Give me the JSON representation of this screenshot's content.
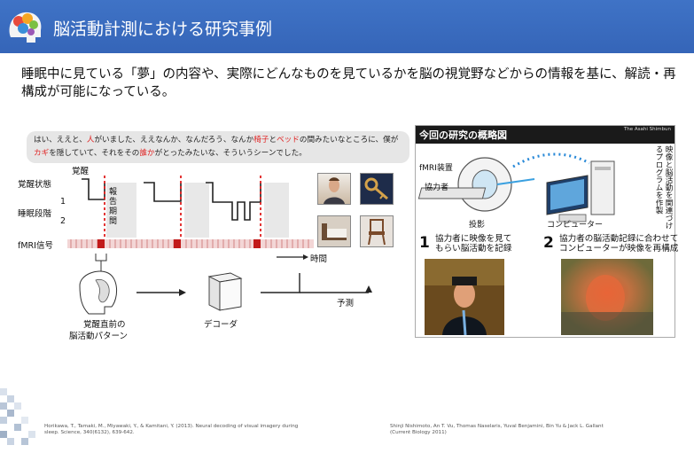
{
  "header": {
    "title": "脳活動計測における研究事例"
  },
  "lead": {
    "text": "睡眠中に見ている「夢」の内容や、実際にどんなものを見ているかを脳の視覚野などからの情報を基に、解読・再構成が可能になっている。"
  },
  "left_figure": {
    "speech": {
      "part1": "はい、ええと、",
      "w1": "人",
      "part2": "がいました、ええなんか、なんだろう、なんか",
      "w2": "椅子",
      "part3": "と",
      "w3": "ベッド",
      "part4": "の間みたいなところに、僕が",
      "w4": "カギ",
      "part5": "を隠していて、それをその",
      "w5": "誰か",
      "part6": "がとったみたいな、そういうシーンでした。"
    },
    "labels": {
      "awake_marker": "覚醒",
      "awake_state": "覚醒状態",
      "sleep_stage": "睡眠段階",
      "stage1": "1",
      "stage2": "2",
      "report_period": "報告期間",
      "fmri_signal": "fMRI信号",
      "time": "時間",
      "brain_pattern_line1": "覚醒直前の",
      "brain_pattern_line2": "脳活動パターン",
      "decoder": "デコーダ",
      "predict": "予測"
    }
  },
  "right_figure": {
    "title": "今回の研究の概略図",
    "credit": "The Asahi Shimbun",
    "fmri_device": "fMRI装置",
    "participant": "協力者",
    "projection": "投影",
    "computer": "コンピューター",
    "program_text": "映像と脳活動を関連づけるプログラムを作製",
    "step1_num": "1",
    "step1_line1": "協力者に映像を見て",
    "step1_line2": "もらい脳活動を記録",
    "step2_num": "2",
    "step2_line1": "協力者の脳活動記録に合わせて",
    "step2_line2": "コンピューターが映像を再構成"
  },
  "references": {
    "left_line1": "Horikawa, T., Tamaki, M., Miyawaki, Y., & Kamitani, Y. (2013). Neural decoding of visual imagery during",
    "left_line2": "sleep. Science, 340(6132), 639-642.",
    "right_line1": "Shinji Nishimoto, An T. Vu, Thomas Naselaris, Yuval Benjamini, Bin Yu & Jack L. Gallant",
    "right_line2": "(Current Biology 2011)"
  },
  "colors": {
    "title_bar": "#3565b8",
    "accent_red": "#e02020",
    "dot_blue": "#2a8ad8"
  }
}
